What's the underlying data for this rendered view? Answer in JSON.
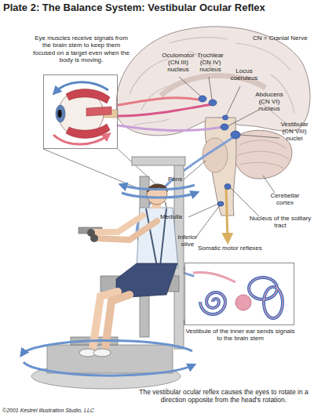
{
  "diagram": {
    "title": "Plate 2: The Balance System: Vestibular Ocular Reflex",
    "caption": "The vestibular ocular reflex causes the eyes to rotate in a direction opposite from the head's rotation.",
    "nodes": [
      {
        "text": [
          "Eye muscles receive signals from the brain stem to keep them focused on a target even when the body is moving."
        ]
      },
      {
        "text": [
          "Vestibule of the inner ear sends signals to the brain stem"
        ]
      }
    ],
    "labels": [
      "CN = Cranial Nerve",
      "Oculomotor (CN III) nucleus",
      "Trochlear (CN IV) nucleus",
      "Locus coeruleus",
      "Abducens (CN VI) nucleus",
      "Vestibular (CN VIII) nuclei",
      "Pons",
      "Medulla",
      "Inferior olive",
      "Cerebellar cortex",
      "Nucleus of the solitary tract",
      "Somatic motor reflexes",
      "©2001 Kestrel Illustration Studio, LLC"
    ]
  }
}
